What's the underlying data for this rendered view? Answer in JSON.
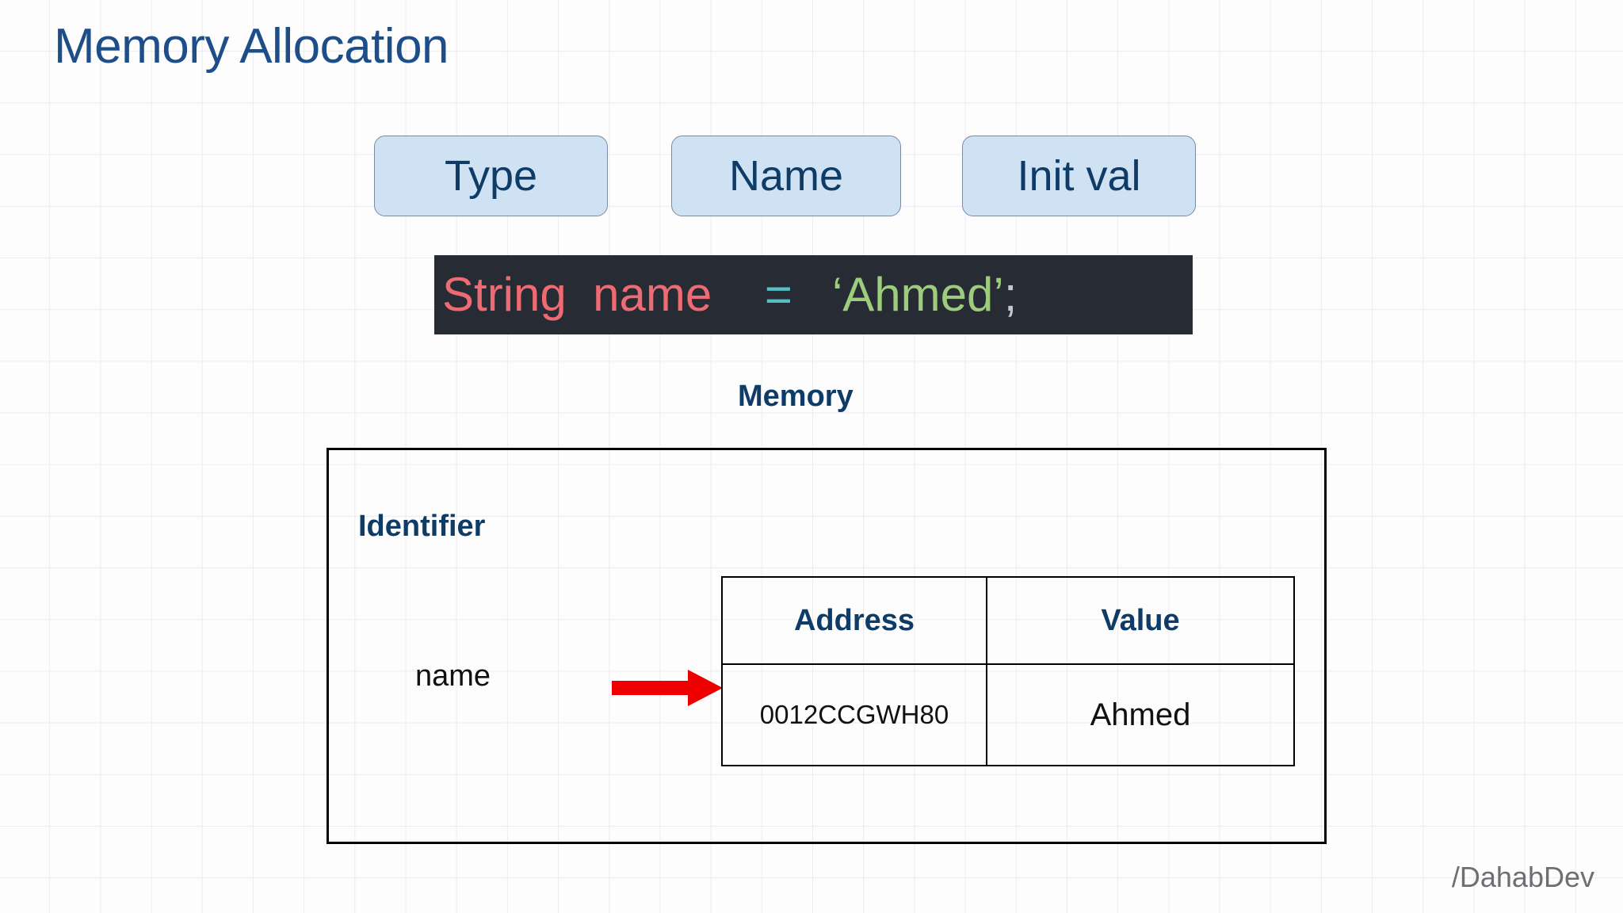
{
  "page": {
    "title": "Memory Allocation",
    "title_color": "#1d4e89",
    "background": "#fdfdfd",
    "grid_line_color": "#ececf0"
  },
  "callouts": [
    {
      "id": "type",
      "label": "Type",
      "icon": "callout-bubble"
    },
    {
      "id": "name",
      "label": "Name",
      "icon": "callout-bubble"
    },
    {
      "id": "init_val",
      "label": "Init val",
      "icon": "callout-bubble"
    }
  ],
  "callout_style": {
    "fill": "#cfe2f3",
    "border": "#7a8aa0",
    "text_color": "#0e3c66"
  },
  "code": {
    "background": "#272b33",
    "tokens": {
      "type": "String",
      "gap1": "  ",
      "name": "name",
      "gap2": "    ",
      "equals": "=",
      "gap3": "   ",
      "string_literal": "‘Ahmed’",
      "semicolon": ";"
    },
    "colors": {
      "type": "#ef6b73",
      "name": "#ef6b73",
      "equals": "#56c0c6",
      "string_literal": "#9ccc7c",
      "semicolon": "#c3c8d0"
    }
  },
  "memory": {
    "heading": "Memory",
    "identifier_label": "Identifier",
    "identifier_name": "name",
    "arrow_color": "#ee0000",
    "table": {
      "headers": [
        "Address",
        "Value"
      ],
      "rows": [
        [
          "0012CCGWH80",
          "Ahmed"
        ]
      ]
    }
  },
  "watermark": {
    "text": "/DahabDev",
    "color": "#6f6f73"
  }
}
